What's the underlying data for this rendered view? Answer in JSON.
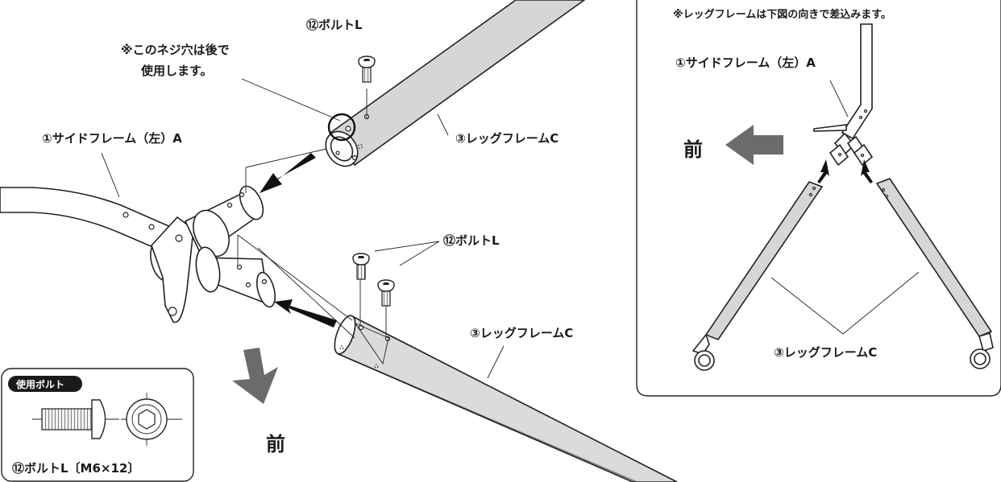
{
  "main": {
    "bolt_top_label": "⑫ボルトL",
    "note_line1": "※このネジ穴は後で",
    "note_line2": "使用します。",
    "side_frame_label": "①サイドフレーム（左）A",
    "leg_frame_upper_label": "③レッグフレームC",
    "bolt_middle_label": "⑫ボルトL",
    "leg_frame_lower_label": "③レッグフレームC",
    "front_label": "前"
  },
  "inset": {
    "note": "※レッグフレームは下図の向きで差込みます。",
    "side_frame_label": "①サイドフレーム（左）A",
    "front_label": "前",
    "leg_frame_label": "③レッグフレームC"
  },
  "bolt_box": {
    "badge": "使用ボルト",
    "caption": "⑫ボルトL〔M6×12〕"
  },
  "colors": {
    "tube_fill": "#d6d6d6",
    "front_arrow": "#6b6b6b",
    "badge_bg": "#1a1a1a"
  }
}
